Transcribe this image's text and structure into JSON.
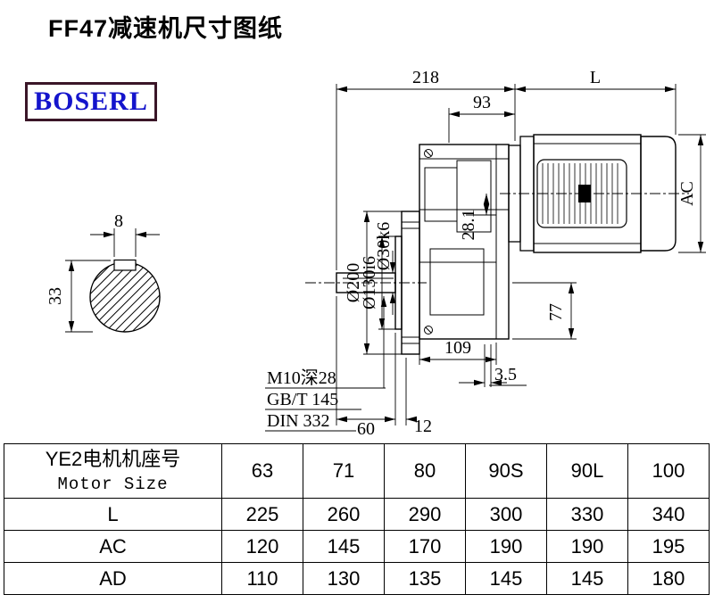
{
  "page": {
    "title": "FF47减速机尺寸图纸"
  },
  "logo": {
    "text": "BOSERL",
    "text_color": "#1414cc",
    "border_color": "#3a1628"
  },
  "colors": {
    "line": "#000000",
    "background": "#ffffff"
  },
  "drawing": {
    "shaft_view": {
      "key_width": "8",
      "height_over_key": "33"
    },
    "dims": {
      "top_218": "218",
      "motor_length": "L",
      "flange_93": "93",
      "key_281": "28.1",
      "motor_dia": "AC",
      "flange_dia": "Ø200",
      "spigot_dia": "Ø130i6",
      "shaft_dia": "Ø30k6",
      "center_height": "77",
      "base_109": "109",
      "offset_35": "3.5",
      "shaft_len": "60",
      "step_12": "12"
    },
    "notes": {
      "tap": "M10深28",
      "std1": "GB/T 145",
      "std2": "DIN 332"
    }
  },
  "table": {
    "header_cn": "YE2电机机座号",
    "header_en": "Motor Size",
    "sizes": [
      "63",
      "71",
      "80",
      "90S",
      "90L",
      "100"
    ],
    "rows": [
      {
        "label": "L",
        "values": [
          "225",
          "260",
          "290",
          "300",
          "330",
          "340"
        ]
      },
      {
        "label": "AC",
        "values": [
          "120",
          "145",
          "170",
          "190",
          "190",
          "195"
        ]
      },
      {
        "label": "AD",
        "values": [
          "110",
          "130",
          "135",
          "145",
          "145",
          "180"
        ]
      }
    ]
  }
}
